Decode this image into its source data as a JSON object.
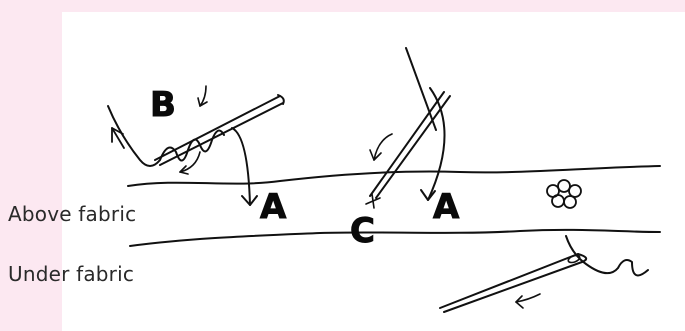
{
  "labels": {
    "above_fabric": "Above fabric",
    "under_fabric": "Under fabric"
  },
  "points": {
    "b": "B",
    "a_left": "A",
    "c": "C",
    "a_right": "A"
  },
  "colors": {
    "page_background": "#fce8f1",
    "panel_background": "#ffffff",
    "ink": "#111111"
  }
}
